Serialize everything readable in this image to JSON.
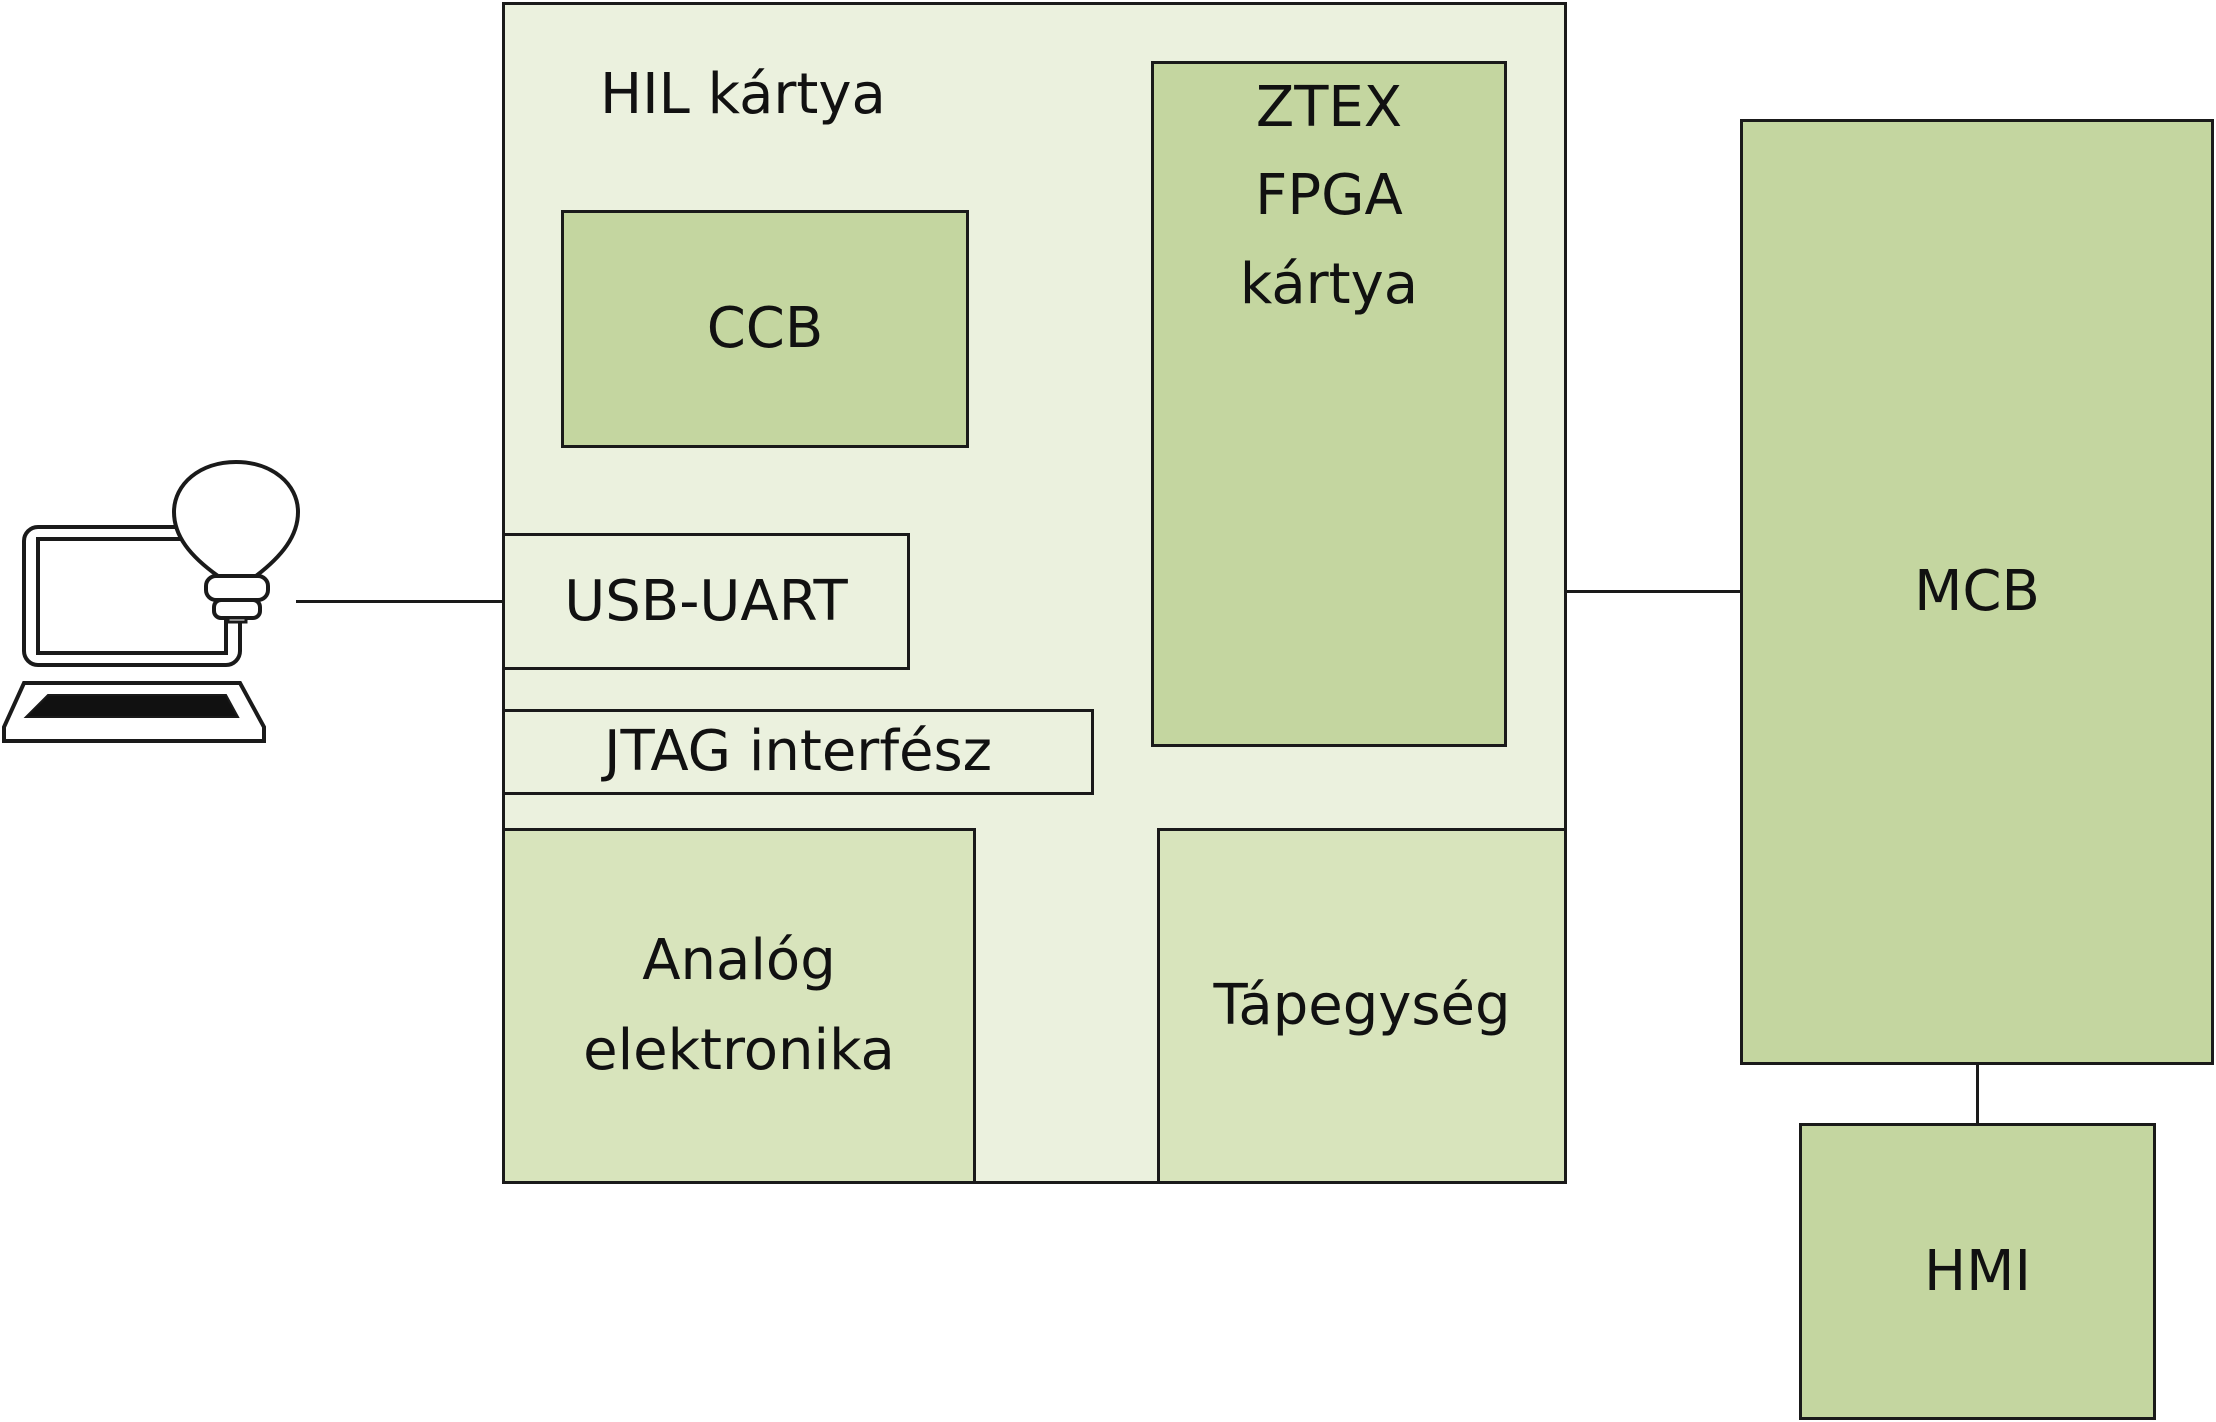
{
  "diagram": {
    "hil_card": {
      "title": "HIL kártya"
    },
    "ccb": {
      "label": "CCB"
    },
    "ztex": {
      "label": "ZTEX\nFPGA\nkártya"
    },
    "usb_uart": {
      "label": "USB-UART"
    },
    "jtag": {
      "label": "JTAG interfész"
    },
    "analog": {
      "label": "Analóg\nelektronika"
    },
    "power": {
      "label": "Tápegység"
    },
    "mcb": {
      "label": "MCB"
    },
    "hmi": {
      "label": "HMI"
    },
    "icons": [
      "laptop-icon",
      "lightbulb-icon"
    ],
    "colors": {
      "hil_background": "#ebf1de",
      "dark_green": "#c4d6a0",
      "light_green": "#d8e4bc",
      "stroke": "#1a1a1a"
    }
  }
}
